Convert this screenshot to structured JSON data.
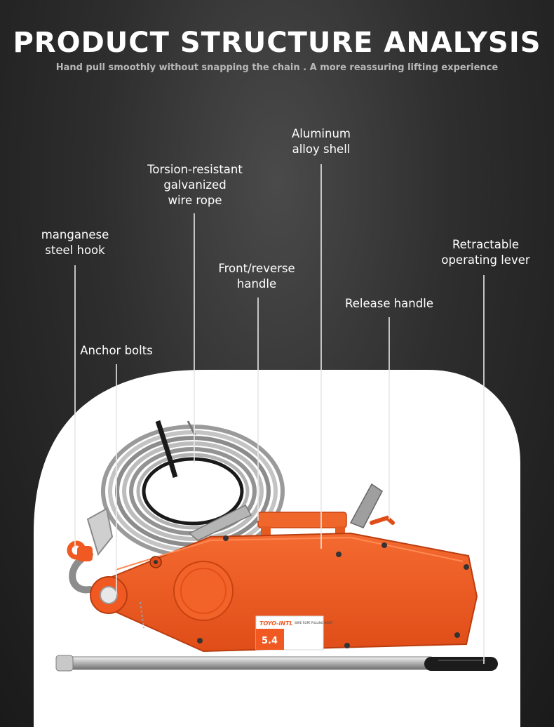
{
  "header": {
    "title": "PRODUCT STRUCTURE ANALYSIS",
    "subtitle": "Hand pull smoothly without snapping the chain .  A more reassuring lifting experience"
  },
  "callouts": {
    "aluminum_shell": "Aluminum\nalloy shell",
    "wire_rope": "Torsion-resistant\ngalvanized\nwire rope",
    "hook": "manganese\nsteel hook",
    "lever": "Retractable\noperating lever",
    "front_reverse_handle": "Front/reverse\nhandle",
    "release_handle": "Release handle",
    "anchor_bolts": "Anchor bolts"
  },
  "product": {
    "brand": "TOYO-INTL",
    "capacity": "5.4",
    "plate_text": "WIRE ROPE\nPULLING HOIST"
  },
  "colors": {
    "body": "#f05a22",
    "body_dark": "#d84a16",
    "background": "#2e2e2e",
    "panel": "#ffffff"
  }
}
